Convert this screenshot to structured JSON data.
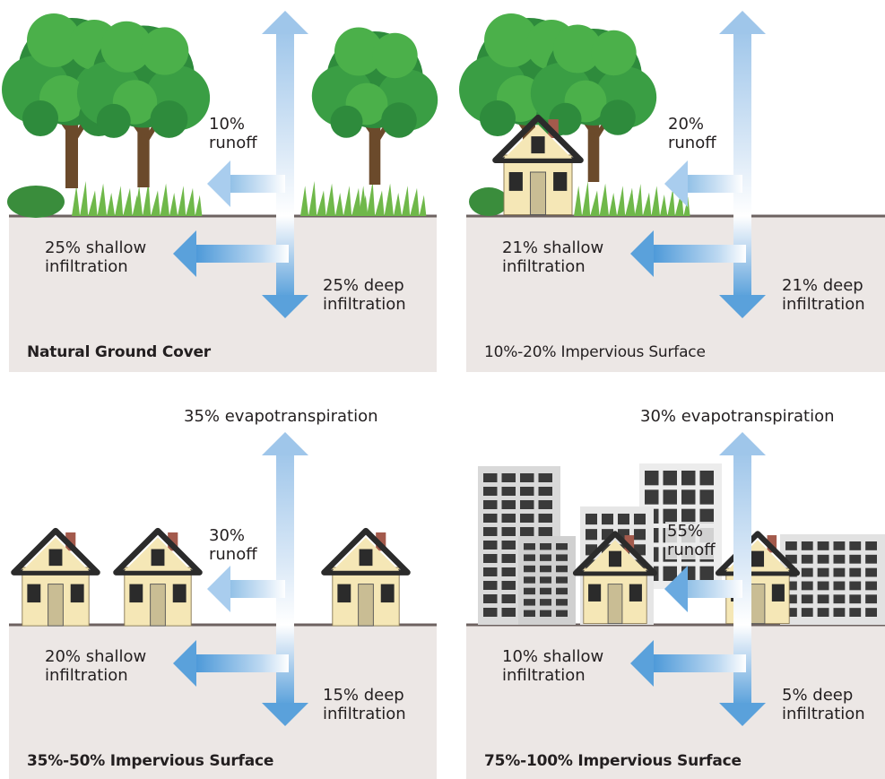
{
  "panels": [
    {
      "caption": "Natural Ground Cover",
      "evapotranspiration": "",
      "runoff": "10%\nrunoff",
      "shallow": "25% shallow\ninfiltration",
      "deep": "25% deep\ninfiltration"
    },
    {
      "caption": "10%-20% Impervious Surface",
      "evapotranspiration": "",
      "runoff": "20%\nrunoff",
      "shallow": "21% shallow\ninfiltration",
      "deep": "21% deep\ninfiltration"
    },
    {
      "caption": "35%-50% Impervious Surface",
      "evapotranspiration": "35% evapotranspiration",
      "runoff": "30%\nrunoff",
      "shallow": "20% shallow\ninfiltration",
      "deep": "15% deep\ninfiltration"
    },
    {
      "caption": "75%-100% Impervious Surface",
      "evapotranspiration": "30% evapotranspiration",
      "runoff": "55%\nrunoff",
      "shallow": "10% shallow\ninfiltration",
      "deep": "5% deep\ninfiltration"
    }
  ],
  "colors": {
    "ground": "#ece7e5",
    "ground_line": "#6d6260",
    "arrow": "#5aa1db",
    "tree_dark": "#2e8b3c",
    "tree_mid": "#4bb04a",
    "trunk": "#6b4a2b",
    "house_wall": "#f5e7b6",
    "roof": "#2b2b2b",
    "building": "#dcdcdc"
  }
}
